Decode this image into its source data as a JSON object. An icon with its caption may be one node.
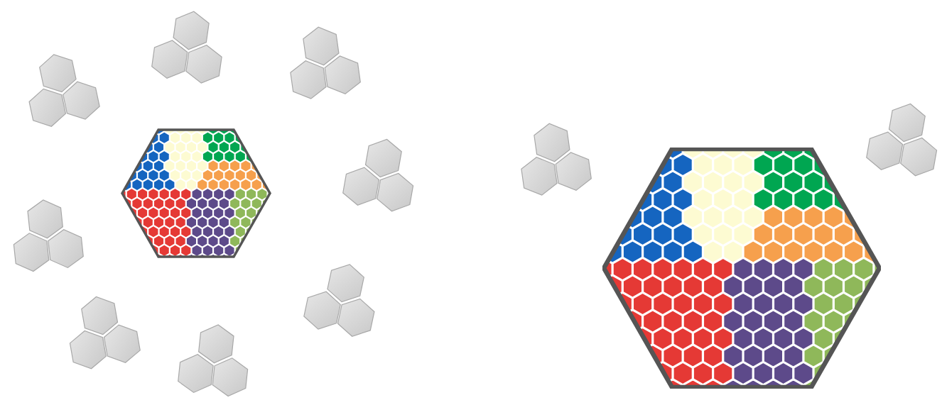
{
  "diagram": {
    "nodes": [
      {
        "text": [],
        "shape": "hexagons"
      },
      {
        "text": [],
        "shape": "hexagons"
      },
      {
        "text": [],
        "shape": "hexagons"
      },
      {
        "text": [],
        "shape": "hexagon"
      },
      {
        "text": [],
        "shape": "hexagons"
      },
      {
        "text": [],
        "shape": "hexagons"
      },
      {
        "text": [],
        "shape": "hexagons"
      },
      {
        "text": [],
        "shape": "hexagons"
      },
      {
        "text": [],
        "shape": "hexagons"
      },
      {
        "text": [],
        "shape": "hexagons"
      },
      {
        "text": [],
        "shape": "hexagon"
      },
      {
        "text": [],
        "shape": "hexagons"
      }
    ]
  }
}
